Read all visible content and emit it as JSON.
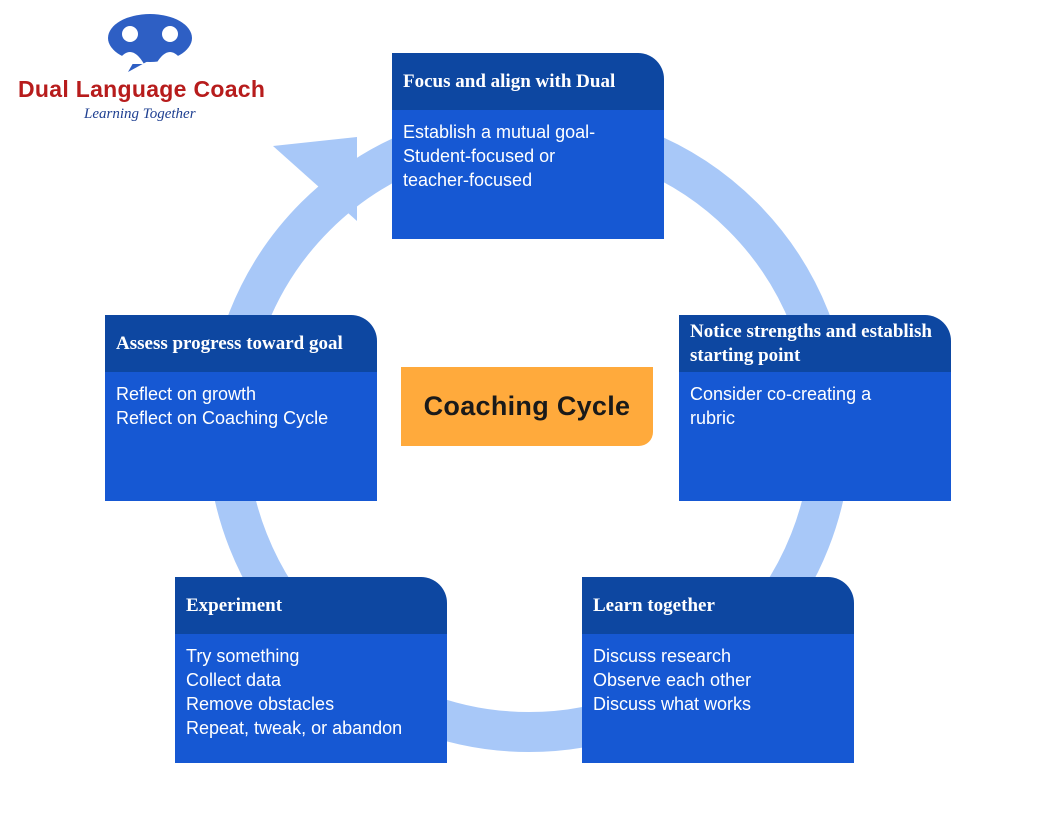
{
  "logo": {
    "brand": "Dual Language Coach",
    "tagline": "Learning Together",
    "icon": "two-people-speech-bubble-icon"
  },
  "center_label": "Coaching Cycle",
  "colors": {
    "ring": "#a8c8f8",
    "card_head": "#0d47a1",
    "card_body": "#1658d3",
    "center": "#ffaa3c",
    "brand": "#b71c1c"
  },
  "steps": [
    {
      "title": "Focus and align with Dual",
      "lines": [
        "Establish a mutual goal-",
        "Student-focused or",
        "teacher-focused"
      ]
    },
    {
      "title": "Notice strengths and establish starting point",
      "lines": [
        "Consider co-creating a",
        "rubric"
      ]
    },
    {
      "title": "Learn together",
      "lines": [
        "Discuss research",
        "Observe each other",
        "Discuss what works"
      ]
    },
    {
      "title": "Experiment",
      "lines": [
        "Try something",
        "Collect data",
        "Remove obstacles",
        "Repeat, tweak, or abandon"
      ]
    },
    {
      "title": "Assess progress toward goal",
      "lines": [
        "Reflect on growth",
        "Reflect on Coaching Cycle"
      ]
    }
  ]
}
